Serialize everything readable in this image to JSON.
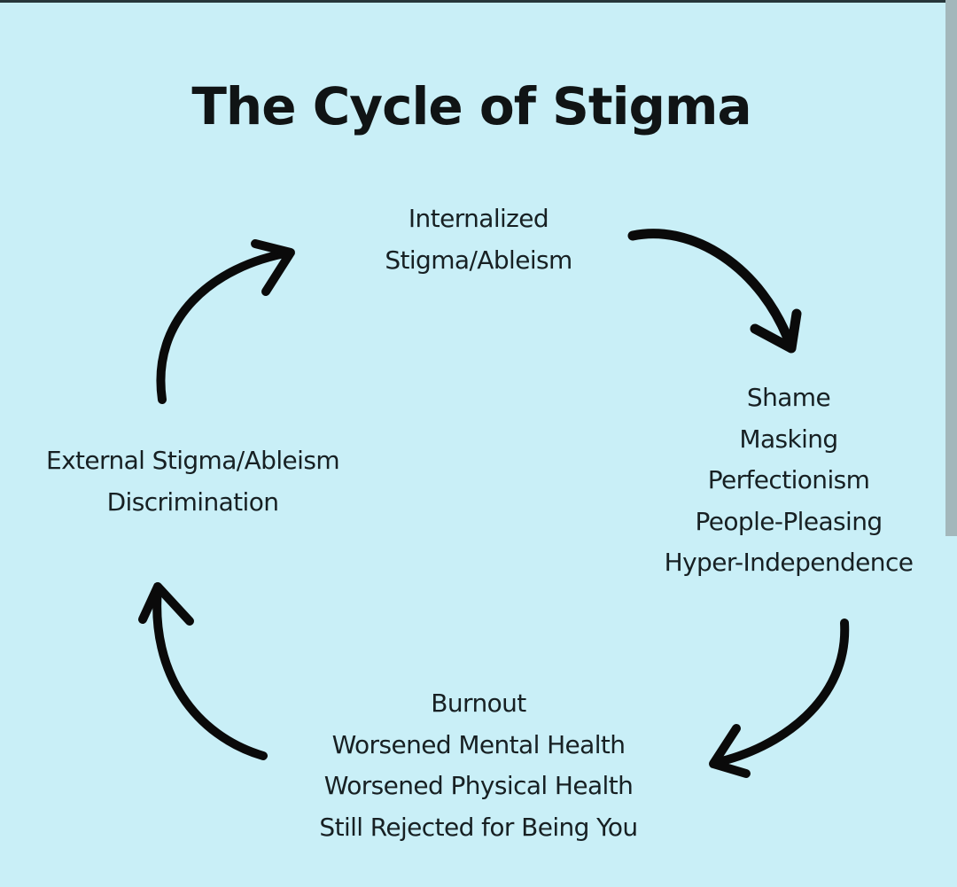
{
  "title": "The Cycle of Stigma",
  "cycle": {
    "nodes": [
      {
        "id": "internalized",
        "position": "top",
        "lines": [
          "Internalized",
          "Stigma/Ableism"
        ]
      },
      {
        "id": "coping",
        "position": "right",
        "lines": [
          "Shame",
          "Masking",
          "Perfectionism",
          "People-Pleasing",
          "Hyper-Independence"
        ]
      },
      {
        "id": "consequences",
        "position": "bottom",
        "lines": [
          "Burnout",
          "Worsened Mental Health",
          "Worsened Physical Health",
          "Still Rejected for Being You"
        ]
      },
      {
        "id": "external",
        "position": "left",
        "lines": [
          "External Stigma/Ableism",
          "Discrimination"
        ]
      }
    ],
    "arrows": [
      {
        "from": "internalized",
        "to": "coping",
        "direction": "clockwise"
      },
      {
        "from": "coping",
        "to": "consequences",
        "direction": "clockwise"
      },
      {
        "from": "consequences",
        "to": "external",
        "direction": "clockwise"
      },
      {
        "from": "external",
        "to": "internalized",
        "direction": "clockwise"
      }
    ]
  },
  "colors": {
    "background": "#c9eff7",
    "text": "#141a1c",
    "arrow": "#0a0a0a"
  }
}
